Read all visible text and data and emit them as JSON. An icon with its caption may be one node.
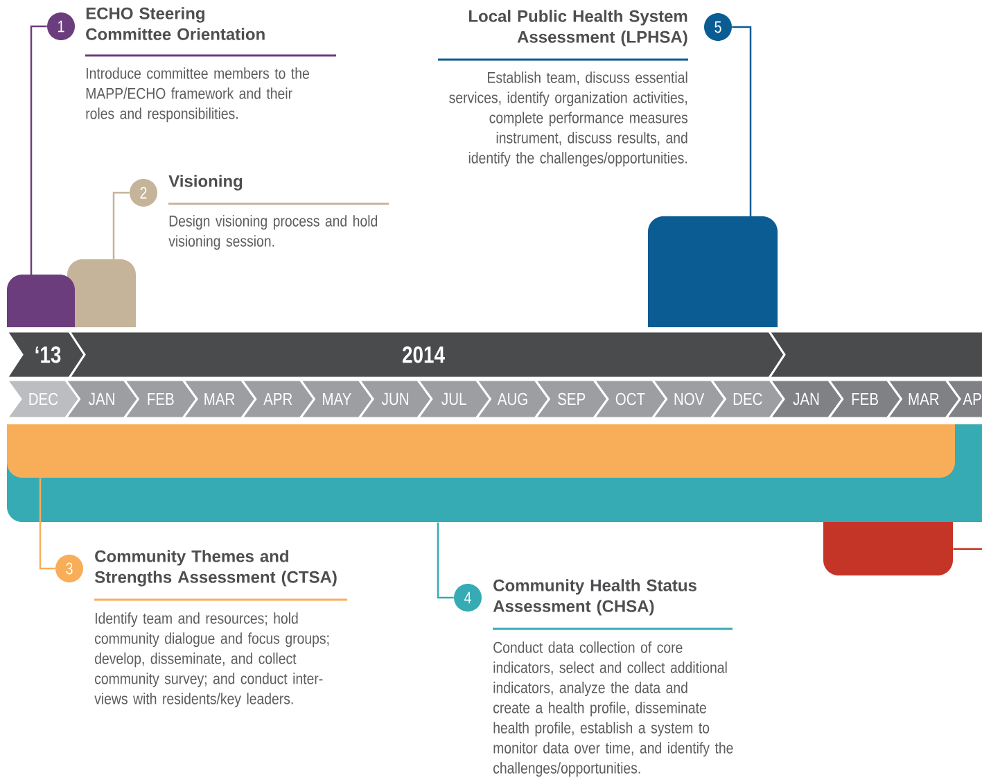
{
  "diagram": {
    "nodes": [
      {
        "text": [
          "1"
        ],
        "beside": [
          "ECHO Steering Committee Orientation",
          "Introduce committee members to the MAPP/ECHO framework and their roles and responsibilities."
        ]
      },
      {
        "text": [
          "5"
        ],
        "beside": [
          "Local Public Health System Assessment (LPHSA)",
          "Establish team, discuss essential services, identify organization activities, complete performance measures instrument, discuss results, and identify the challenges/opportunities."
        ]
      },
      {
        "text": [
          "2"
        ],
        "beside": [
          "Visioning",
          "Design visioning process and hold visioning session."
        ]
      },
      {
        "text": [],
        "shape": "bar"
      },
      {
        "text": [],
        "shape": "bar"
      },
      {
        "text": [],
        "shape": "bar"
      },
      {
        "text": [
          "‘13"
        ]
      },
      {
        "text": [
          "2014"
        ]
      },
      {
        "text": [],
        "shape": "box"
      },
      {
        "text": [
          "DEC"
        ]
      },
      {
        "text": [
          "JAN"
        ]
      },
      {
        "text": [
          "FEB"
        ]
      },
      {
        "text": [
          "MAR"
        ]
      },
      {
        "text": [
          "APR"
        ]
      },
      {
        "text": [
          "MAY"
        ]
      },
      {
        "text": [
          "JUN"
        ]
      },
      {
        "text": [
          "JUL"
        ]
      },
      {
        "text": [
          "AUG"
        ]
      },
      {
        "text": [
          "SEP"
        ]
      },
      {
        "text": [
          "OCT"
        ]
      },
      {
        "text": [
          "NOV"
        ]
      },
      {
        "text": [
          "DEC"
        ]
      },
      {
        "text": [
          "JAN"
        ]
      },
      {
        "text": [
          "FEB"
        ]
      },
      {
        "text": [
          "MAR"
        ]
      },
      {
        "text": [
          "AP"
        ]
      },
      {
        "text": [],
        "shape": "bar",
        "in": 27
      },
      {
        "text": [],
        "shape": "bar"
      },
      {
        "text": [],
        "shape": "bar"
      },
      {
        "text": [
          "3"
        ],
        "beside": [
          "Community Themes and Strengths Assessment (CTSA)",
          "Identify team and resources; hold community dialogue and focus groups; develop, disseminate, and collect community survey; and conduct inter-views with residents/key leaders."
        ]
      },
      {
        "text": [
          "4"
        ],
        "beside": [
          "Community Health Status Assessment (CHSA)",
          "Conduct data collection of core indicators, select and collect additional indicators, analyze the data and create a health profile, disseminate health profile, establish a system to monitor data over time, and identify the challenges/opportunities."
        ]
      }
    ],
    "edges": [
      {
        "from": 0,
        "to": 3,
        "arrow": "none",
        "color": "#6c3d7d"
      },
      {
        "from": 2,
        "to": 4,
        "arrow": "none",
        "color": "#c5b49a"
      },
      {
        "from": 1,
        "to": 5,
        "arrow": "none",
        "color": "#0a5c93"
      },
      {
        "from": 29,
        "to": 26,
        "arrow": "none",
        "color": "#f8ae58"
      },
      {
        "from": 30,
        "to": 27,
        "arrow": "none",
        "color": "#36abb3"
      },
      {
        "from": 28,
        "to": null,
        "arrow": "none",
        "color": "#c43427"
      }
    ]
  }
}
